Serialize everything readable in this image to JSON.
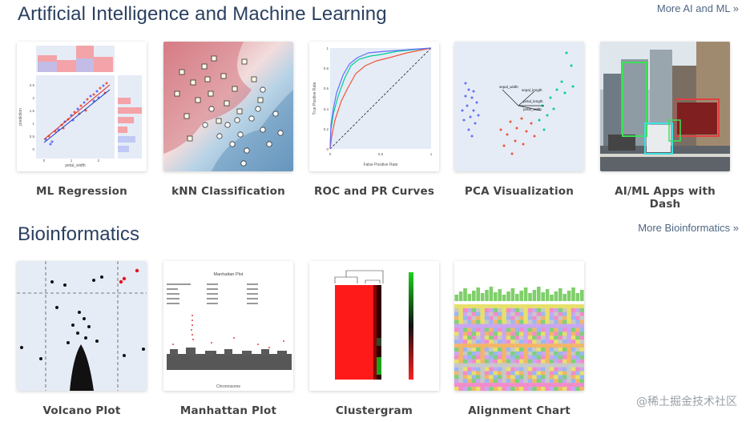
{
  "sections": [
    {
      "title": "Artificial Intelligence and Machine Learning",
      "more": "More AI and ML »",
      "cards": [
        {
          "label": "ML Regression"
        },
        {
          "label": "kNN Classification"
        },
        {
          "label": "ROC and PR Curves"
        },
        {
          "label": "PCA Visualization"
        },
        {
          "label": "AI/ML Apps with Dash"
        }
      ]
    },
    {
      "title": "Bioinformatics",
      "more": "More Bioinformatics »",
      "cards": [
        {
          "label": "Volcano Plot"
        },
        {
          "label": "Manhattan Plot"
        },
        {
          "label": "Clustergram"
        },
        {
          "label": "Alignment Chart"
        }
      ]
    }
  ],
  "thumbnails": {
    "regression": {
      "xlabel": "petal_width",
      "ylabel": "prediction",
      "yticks": [
        "2.5",
        "2",
        "1.5",
        "1",
        "0.5",
        "0"
      ],
      "xticks": [
        "0",
        "1",
        "2"
      ]
    },
    "roc": {
      "xlabel": "False Positive Rate",
      "ylabel": "True Positive Rate",
      "yticks": [
        "1",
        "0.8",
        "0.6",
        "0.4",
        "0.2",
        "0"
      ],
      "xticks": [
        "0",
        "0.5",
        "1"
      ]
    },
    "pca": {
      "labels": [
        "sepal_width",
        "sepal_length",
        "petal_length",
        "petal_width"
      ]
    },
    "manhattan": {
      "title": "Manhattan Plot",
      "xlabel": "Chromosome"
    }
  },
  "watermark": "@稀土掘金技术社区",
  "colors": {
    "title": "#2a3f5f",
    "link": "#506784",
    "label": "#444444"
  }
}
